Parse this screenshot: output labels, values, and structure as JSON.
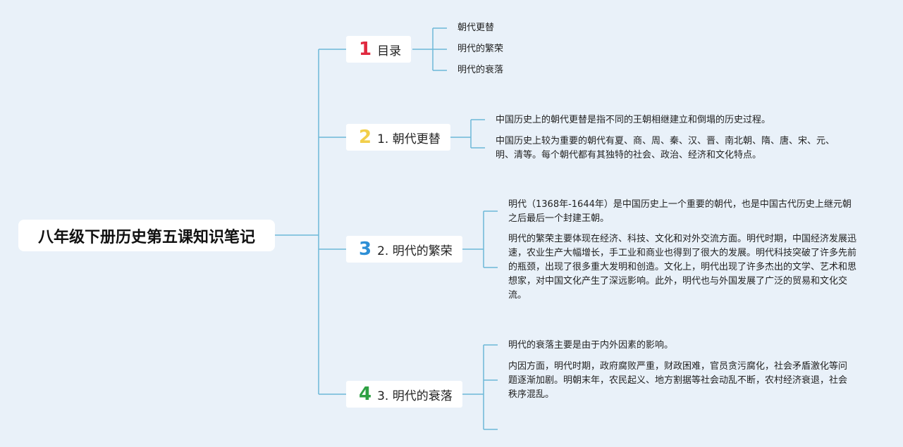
{
  "root": {
    "title": "八年级下册历史第五课知识笔记"
  },
  "branches": [
    {
      "number": "1",
      "number_color": "#e0293f",
      "label": "目录",
      "children": [
        "朝代更替",
        "明代的繁荣",
        "明代的衰落"
      ]
    },
    {
      "number": "2",
      "number_color": "#f2cf4a",
      "label": "1. 朝代更替",
      "children": [
        "中国历史上的朝代更替是指不同的王朝相继建立和倒塌的历史过程。",
        "中国历史上较为重要的朝代有夏、商、周、秦、汉、晋、南北朝、隋、唐、宋、元、明、清等。每个朝代都有其独特的社会、政治、经济和文化特点。"
      ]
    },
    {
      "number": "3",
      "number_color": "#2d8fd6",
      "label": "2. 明代的繁荣",
      "children": [
        "明代（1368年-1644年）是中国历史上一个重要的朝代，也是中国古代历史上继元朝之后最后一个封建王朝。",
        "明代的繁荣主要体现在经济、科技、文化和对外交流方面。明代时期，中国经济发展迅速，农业生产大幅增长，手工业和商业也得到了很大的发展。明代科技突破了许多先前的瓶颈，出现了很多重大发明和创造。文化上，明代出现了许多杰出的文学、艺术和思想家，对中国文化产生了深远影响。此外，明代也与外国发展了广泛的贸易和文化交流。"
      ]
    },
    {
      "number": "4",
      "number_color": "#2ea043",
      "label": "3. 明代的衰落",
      "children": [
        "明代的衰落主要是由于内外因素的影响。",
        "内因方面，明代时期，政府腐败严重，财政困难，官员贪污腐化，社会矛盾激化等问题逐渐加剧。明朝末年，农民起义、地方割据等社会动乱不断，农村经济衰退，社会秩序混乱。",
        ""
      ]
    }
  ],
  "colors": {
    "background": "#e9f1f9",
    "connector": "#6cb8d8"
  }
}
